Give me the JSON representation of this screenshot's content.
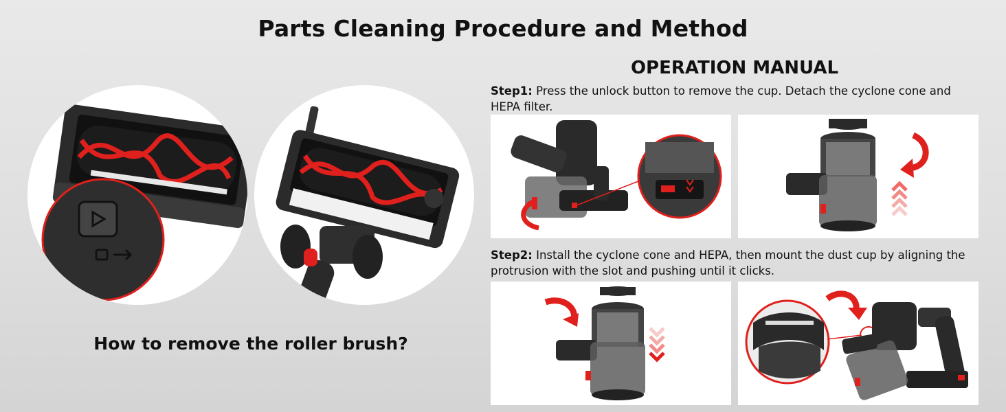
{
  "page": {
    "title": "Parts Cleaning Procedure and Method",
    "question": "How to remove the roller brush?"
  },
  "manual": {
    "heading": "OPERATION MANUAL",
    "steps": [
      {
        "label": "Step1:",
        "text": "Press the unlock button to remove the cup. Detach the cyclone cone and HEPA filter."
      },
      {
        "label": "Step2:",
        "text": "Install the cyclone cone and HEPA, then mount the dust cup by aligning the protrusion with the slot and pushing until it clicks."
      }
    ]
  },
  "colors": {
    "accent_red": "#e0201c",
    "dark_body": "#2a2a2a",
    "background": "#e3e3e3"
  }
}
